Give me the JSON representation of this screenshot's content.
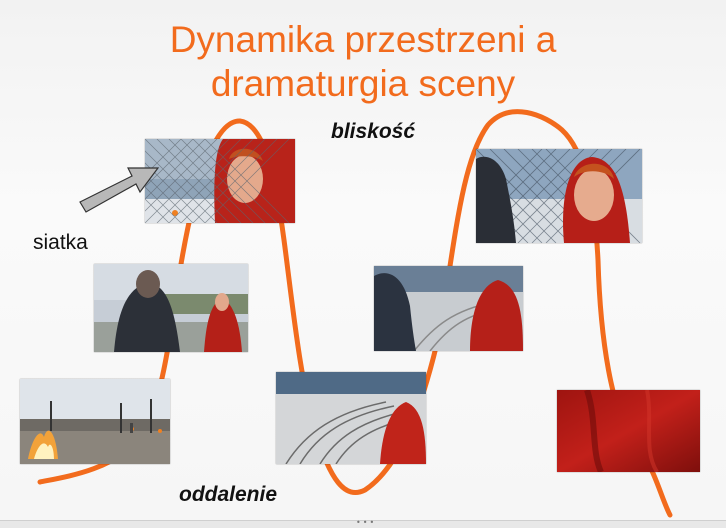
{
  "slide": {
    "title_line1": "Dynamika przestrzeni a",
    "title_line2": "dramaturgia sceny",
    "label_closeness": "bliskość",
    "label_distance": "oddalenie",
    "label_fence": "siatka"
  },
  "footer": {
    "dots": "•••"
  },
  "colors": {
    "title": "#f26b1d",
    "curve": "#f26b1d"
  }
}
